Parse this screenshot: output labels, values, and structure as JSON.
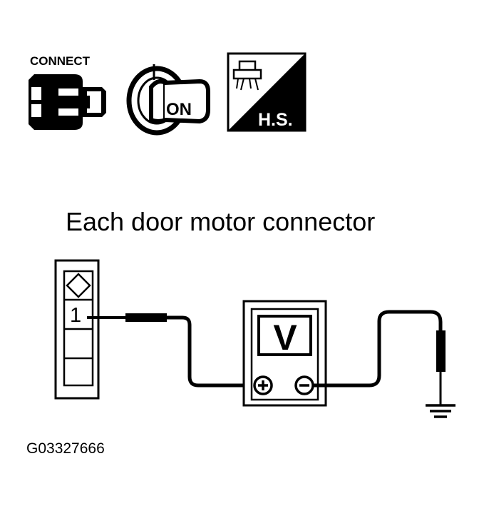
{
  "icons": {
    "connect": {
      "label": "CONNECT",
      "icon": "connector-icon"
    },
    "ignition": {
      "label": "ON",
      "icon": "ignition-key-icon"
    },
    "harness": {
      "label": "H.S.",
      "icon": "harness-side-icon"
    }
  },
  "diagram": {
    "title": "Each door motor connector",
    "terminal_label": "1",
    "meter_label": "V",
    "meter_plus": "+",
    "meter_minus": "−",
    "figure_code": "G03327666"
  },
  "colors": {
    "ink": "#000000",
    "paper": "#ffffff"
  }
}
